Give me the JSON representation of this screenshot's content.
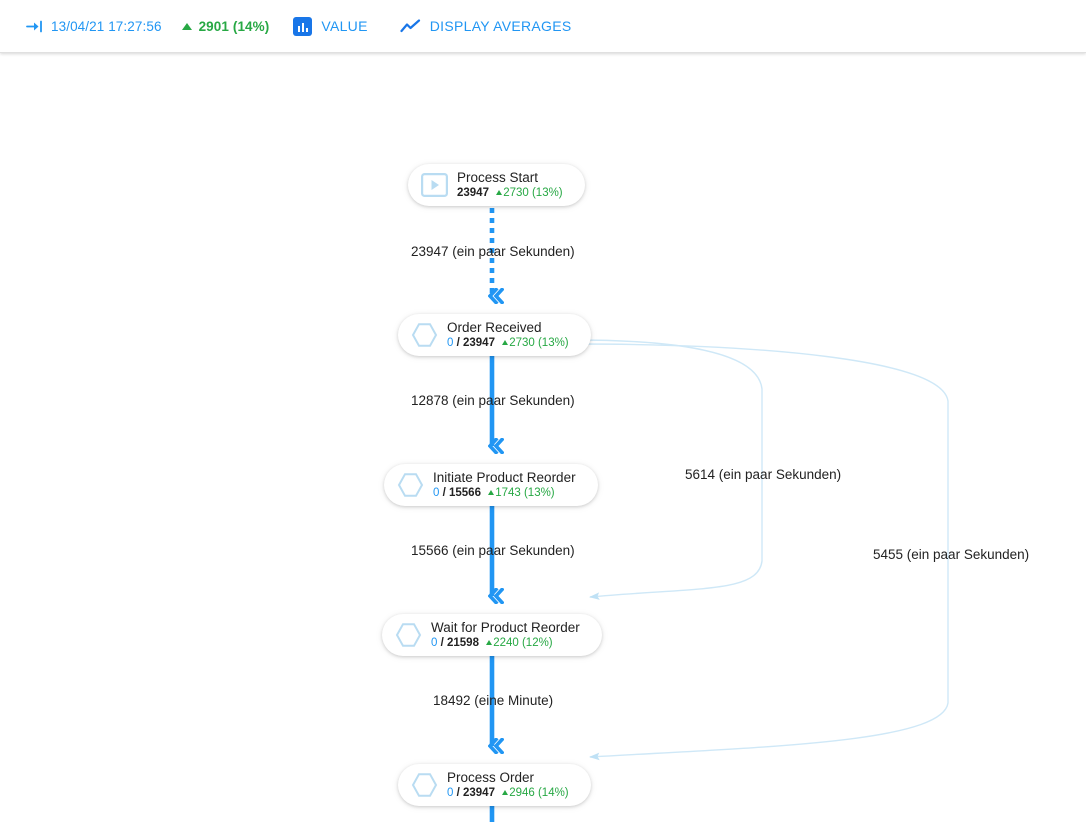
{
  "toolbar": {
    "timestamp": {
      "icon": "arrow-into-line-icon",
      "label": "13/04/21 17:27:56"
    },
    "delta": {
      "icon": "triangle-up-icon",
      "label": "2901 (14%)"
    },
    "value_button": {
      "icon": "bar-chart-badge-icon",
      "label": "VALUE"
    },
    "display_averages_button": {
      "icon": "trending-line-icon",
      "label": "DISPLAY AVERAGES"
    }
  },
  "colors": {
    "accent_blue": "#2196f3",
    "link_blue": "#1976e8",
    "delta_green": "#27a844",
    "edge_light": "#cfe8f7",
    "node_icon_blue": "#b9dcf2"
  },
  "diagram": {
    "nodes": [
      {
        "id": "process-start",
        "icon": "play-button-icon",
        "title": "Process Start",
        "active": "",
        "total": "23947",
        "delta": "2730 (13%)"
      },
      {
        "id": "order-received",
        "icon": "hexagon-icon",
        "title": "Order Received",
        "active": "0",
        "total": "/ 23947",
        "delta": "2730 (13%)"
      },
      {
        "id": "initiate-product-reorder",
        "icon": "hexagon-icon",
        "title": "Initiate Product Reorder",
        "active": "0",
        "total": "/ 15566",
        "delta": "1743 (13%)"
      },
      {
        "id": "wait-for-product-reorder",
        "icon": "hexagon-icon",
        "title": "Wait for Product Reorder",
        "active": "0",
        "total": "/ 21598",
        "delta": "2240 (12%)"
      },
      {
        "id": "process-order",
        "icon": "hexagon-icon",
        "title": "Process Order",
        "active": "0",
        "total": "/ 23947",
        "delta": "2946 (14%)"
      }
    ],
    "edges": [
      {
        "id": "e1",
        "label": "23947 (ein paar Sekunden)",
        "style": "dotted-primary"
      },
      {
        "id": "e2",
        "label": "12878 (ein paar Sekunden)",
        "style": "solid-primary"
      },
      {
        "id": "e3",
        "label": "15566 (ein paar Sekunden)",
        "style": "solid-primary"
      },
      {
        "id": "e4",
        "label": "18492 (eine Minute)",
        "style": "solid-primary"
      },
      {
        "id": "e5",
        "label": "5614 (ein paar Sekunden)",
        "style": "curve-secondary"
      },
      {
        "id": "e6",
        "label": "5455 (ein paar Sekunden)",
        "style": "curve-secondary"
      }
    ]
  }
}
